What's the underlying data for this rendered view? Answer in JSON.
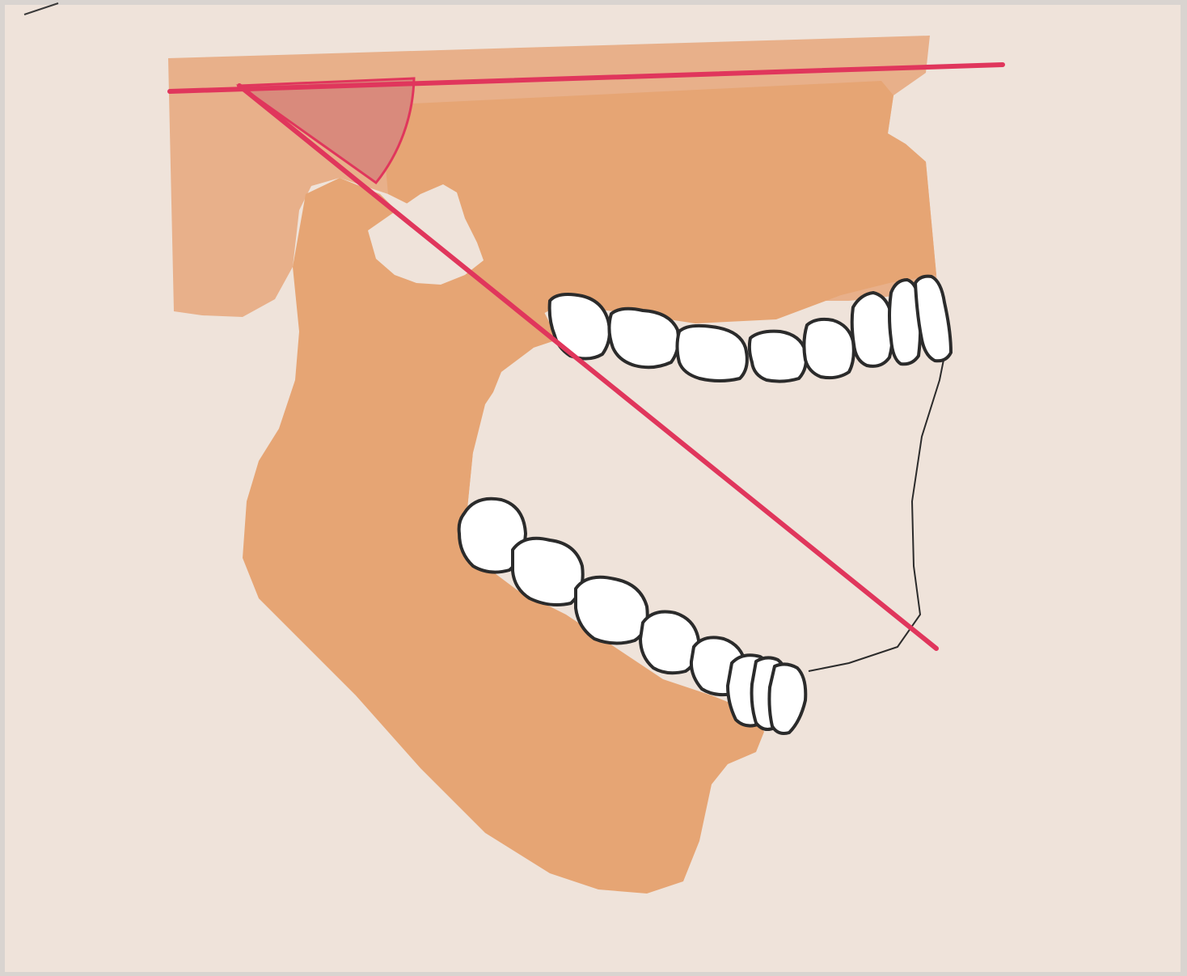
{
  "diagram": {
    "labels": [],
    "colors": {
      "paper": "#efe3da",
      "bone": "#e6a574",
      "bone_light": "#e8b08a",
      "angle_fill": "#d98a7c",
      "reference_line": "#e0365c",
      "tooth_outline": "#2b2b2b",
      "tooth_fill": "#ffffff"
    },
    "elements": [
      "skull-base",
      "maxilla",
      "mandible",
      "upper-dentition",
      "lower-dentition",
      "horizontal-reference-line",
      "oblique-reference-line",
      "angle-arc"
    ]
  }
}
